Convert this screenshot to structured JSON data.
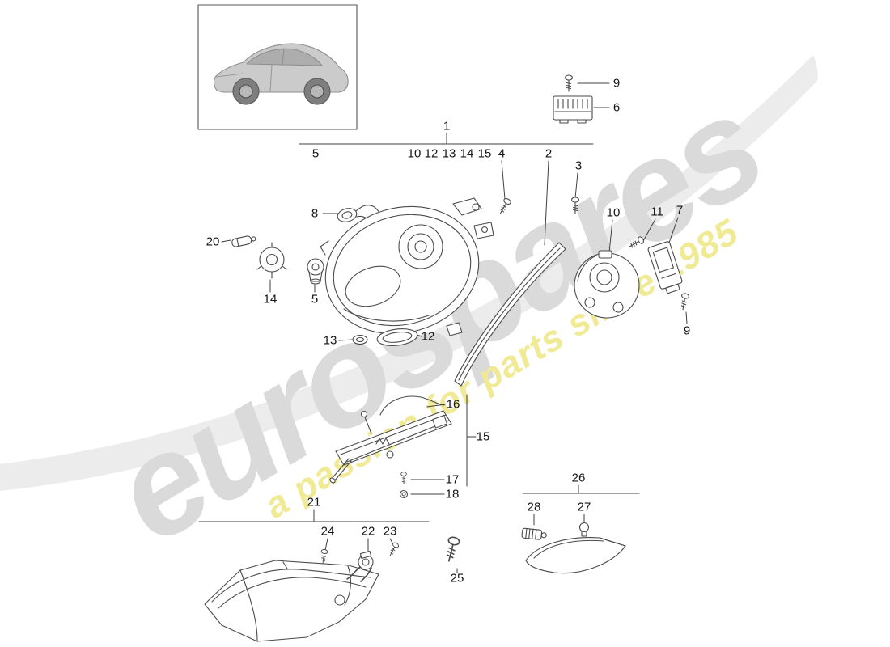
{
  "watermark": {
    "main": "eurospares",
    "tagline": "a passion for parts since 1985"
  },
  "colors": {
    "watermark_gray": "#dadada",
    "tagline_yellow": "#f1ea95",
    "line_art": "#4a4a4a"
  },
  "callouts": {
    "screw_top": "9",
    "module": "6",
    "headlamp_group": "1",
    "row_5": "5",
    "row_10": "10",
    "row_12": "12",
    "row_13": "13",
    "row_14": "14",
    "row_15": "15",
    "screw_4": "4",
    "trim": "2",
    "screw_3": "3",
    "connector": "8",
    "bulb_20": "20",
    "socket_14": "14",
    "bulb_holder_5": "5",
    "cap_13": "13",
    "gasket_12": "12",
    "led_module_10": "10",
    "screw_11": "11",
    "control_unit_7": "7",
    "screw_right_9": "9",
    "rod_16": "16",
    "bracket_15": "15",
    "screw_17": "17",
    "nut_18": "18",
    "front_lamp_group": "21",
    "screw_24": "24",
    "socket_22": "22",
    "screw_23": "23",
    "screw_25": "25",
    "side_lamp_group": "26",
    "led_insert_28": "28",
    "bulb_27": "27"
  }
}
